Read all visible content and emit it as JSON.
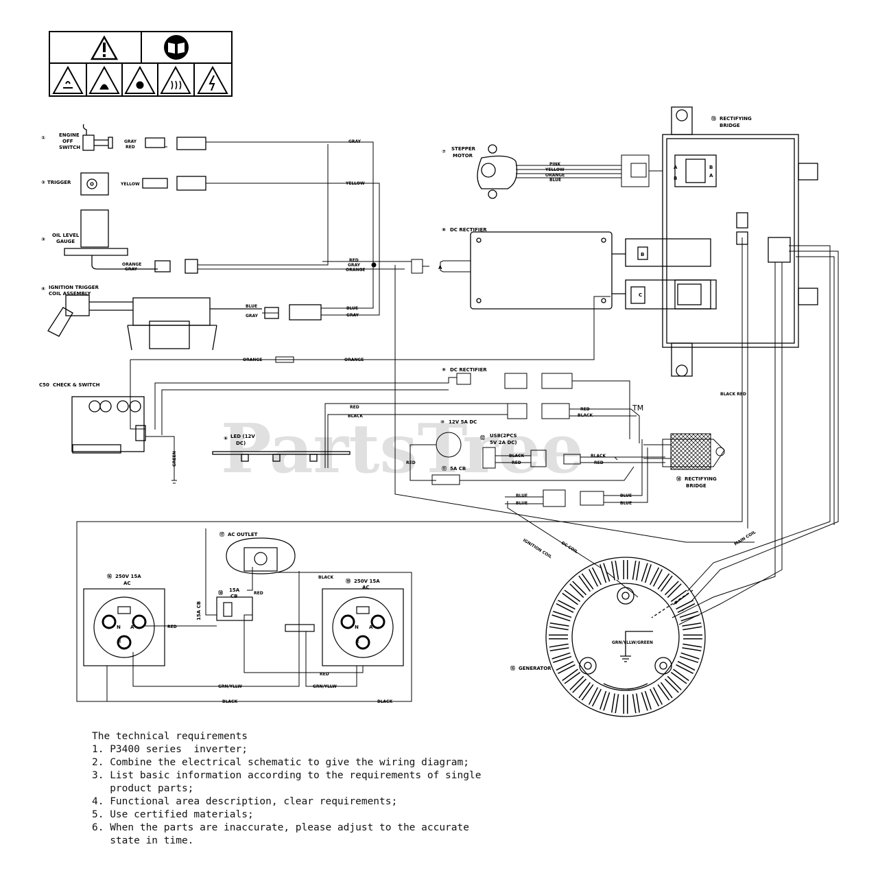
{
  "watermark": {
    "text": "PartsTree",
    "tm": "TM"
  },
  "components": {
    "engine_off_switch": {
      "num": "①",
      "line1": "ENGINE",
      "line2": "OFF",
      "line3": "SWITCH"
    },
    "trigger": {
      "num": "②",
      "label": "TRIGGER"
    },
    "oil_level_gauge": {
      "num": "③",
      "line1": "OIL LEVEL",
      "line2": "GAUGE"
    },
    "ignition_trigger": {
      "num": "④",
      "line1": "IGNITION TRIGGER",
      "line2": "COIL ASSEMBLY"
    },
    "check_switch": {
      "num": "C50",
      "label": "CHECK & SWITCH"
    },
    "led": {
      "num": "⑥",
      "line1": "LED (12V",
      "line2": "DC)"
    },
    "stepper_motor": {
      "num": "⑦",
      "line1": "STEPPER",
      "line2": "MOTOR"
    },
    "dc_rectifier_8": {
      "num": "⑧",
      "label": "DC RECTIFIER"
    },
    "dc_rectifier_9": {
      "num": "⑨",
      "label": "DC RECTIFIER"
    },
    "dc_12v": {
      "num": "⑩",
      "label": "12V 5A DC"
    },
    "cb_5a": {
      "num": "⑪",
      "label": "5A CB"
    },
    "usb": {
      "num": "⑫",
      "line1": "USB(2PCS",
      "line2": "5V 2A DC)"
    },
    "rectifying_bridge_top": {
      "num": "⑬",
      "line1": "RECTIFYING",
      "line2": "BRIDGE"
    },
    "rectifying_bridge_14": {
      "num": "⑭",
      "line1": "RECTIFYING",
      "line2": "BRIDGE"
    },
    "generator": {
      "num": "⑮",
      "label": "GENERATOR"
    },
    "receptacle_16": {
      "num": "⑯",
      "line1": "250V 15A",
      "line2": "AC"
    },
    "ac_outlet": {
      "num": "⑰",
      "label": "AC OUTLET"
    },
    "cb_15a": {
      "num": "⑱",
      "line1": "15A",
      "line2": "CB",
      "side": "15A CB"
    },
    "receptacle_19": {
      "num": "⑲",
      "line1": "250V 15A",
      "line2": "AC"
    }
  },
  "connector_letters": {
    "a": "A",
    "b": "B",
    "c": "C",
    "n": "N",
    "e": "E"
  },
  "wire_labels": {
    "gray": "GRAY",
    "red": "RED",
    "yellow": "YELLOW",
    "orange": "ORANGE",
    "blue": "BLUE",
    "black": "BLACK",
    "green": "GREEN",
    "pink": "PINK",
    "grn_yllw": "GRN/YLLW",
    "grn_yllw_green": "GRN/YLLW/GREEN",
    "black_red": "BLACK RED",
    "ignition_coil": "IGNITION COIL",
    "dc_coil": "DC COIL",
    "main_coil": "MAIN COIL"
  },
  "notes": [
    "The technical requirements",
    "1. P3400 series  inverter;",
    "2. Combine the electrical schematic to give the wiring diagram;",
    "3. List basic information according to the requirements of single",
    "   product parts;",
    "4. Functional area description, clear requirements;",
    "5. Use certified materials;",
    "6. When the parts are inaccurate, please adjust to the accurate",
    "   state in time."
  ]
}
